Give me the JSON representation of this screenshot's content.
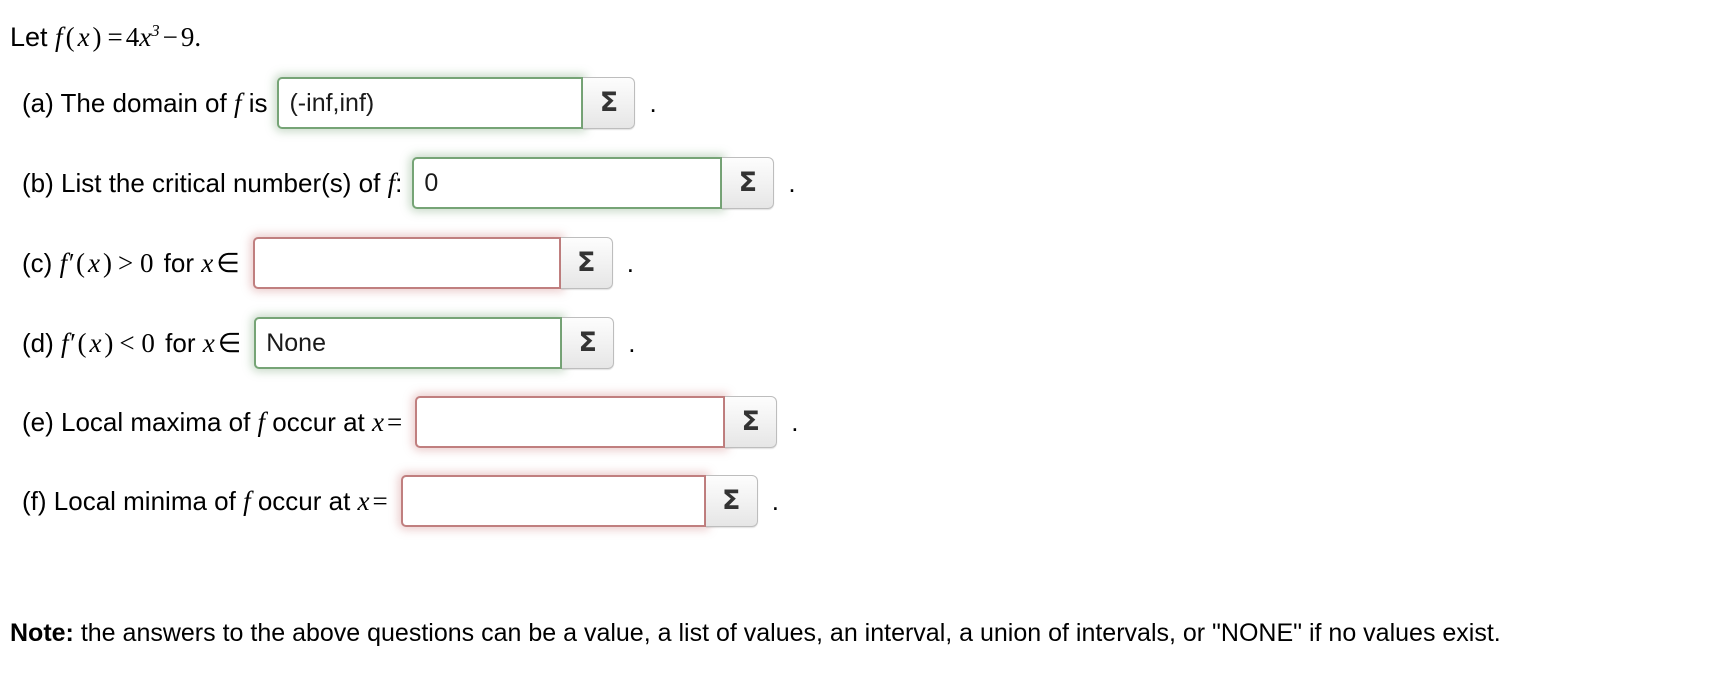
{
  "problem": {
    "intro_prefix": "Let ",
    "intro_fn": "f",
    "intro_open": "(",
    "intro_var": "x",
    "intro_close": ")",
    "intro_eq": "=",
    "intro_coef": "4",
    "intro_base": "x",
    "intro_exp": "3",
    "intro_minus": "−",
    "intro_const": "9",
    "intro_period": "."
  },
  "rows": [
    {
      "marker": "(a)",
      "text_before": " The domain of ",
      "fn": "f",
      "text_after": " is",
      "value": "",
      "field_value": "(-inf,inf)",
      "state": "ok",
      "field_width": 306,
      "trailing": "."
    },
    {
      "marker": "(b)",
      "text_before": " List the critical number(s) of ",
      "fn": "f",
      "text_after": ":",
      "field_value": "0",
      "state": "ok",
      "field_width": 310,
      "trailing": "."
    },
    {
      "marker": "(c)",
      "text_before": " ",
      "fn": "f",
      "text_after": " for ",
      "relation": "> 0",
      "field_value": "",
      "state": "bad",
      "field_width": 308,
      "trailing": "."
    },
    {
      "marker": "(d)",
      "text_before": " ",
      "fn": "f",
      "text_after": " for ",
      "relation": "< 0",
      "field_value": "None",
      "state": "ok",
      "field_width": 308,
      "trailing": "."
    },
    {
      "marker": "(e)",
      "text_before": " Local maxima of ",
      "fn": "f",
      "text_after": " occur at ",
      "field_value": "",
      "state": "bad",
      "field_width": 310,
      "trailing": "."
    },
    {
      "marker": "(f)",
      "text_before": " Local minima of ",
      "fn": "f",
      "text_after": " occur at ",
      "field_value": "",
      "state": "bad",
      "field_width": 305,
      "trailing": "."
    }
  ],
  "symbols": {
    "sigma": "Σ",
    "in": "∈",
    "equals": "=",
    "gt": ">",
    "lt": "<",
    "zero": "0",
    "x": "x",
    "prime": "′"
  },
  "note": {
    "bold": "Note:",
    "text": " the answers to the above questions can be a value, a list of values, an interval, a union of intervals, or \"NONE\" if no values exist."
  },
  "colors": {
    "correct_border": "#76a476",
    "incorrect_border": "#c07f7f",
    "button_text": "#333333",
    "page_background": "#ffffff",
    "text": "#000000"
  }
}
